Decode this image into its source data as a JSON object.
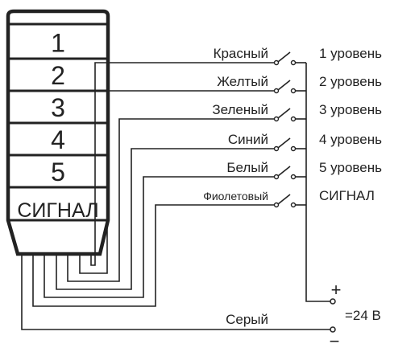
{
  "tower": {
    "segments": [
      "1",
      "2",
      "3",
      "4",
      "5"
    ],
    "signal_label": "СИГНАЛ"
  },
  "wires": [
    {
      "color": "Красный",
      "level": "1 уровень"
    },
    {
      "color": "Желтый",
      "level": "2 уровень"
    },
    {
      "color": "Зеленый",
      "level": "3 уровень"
    },
    {
      "color": "Синий",
      "level": "4 уровень"
    },
    {
      "color": "Белый",
      "level": "5 уровень"
    },
    {
      "color": "Фиолетовый",
      "level": "СИГНАЛ"
    }
  ],
  "ground_wire": "Серый",
  "supply": {
    "plus": "+",
    "minus": "−",
    "voltage": "=24 В"
  }
}
